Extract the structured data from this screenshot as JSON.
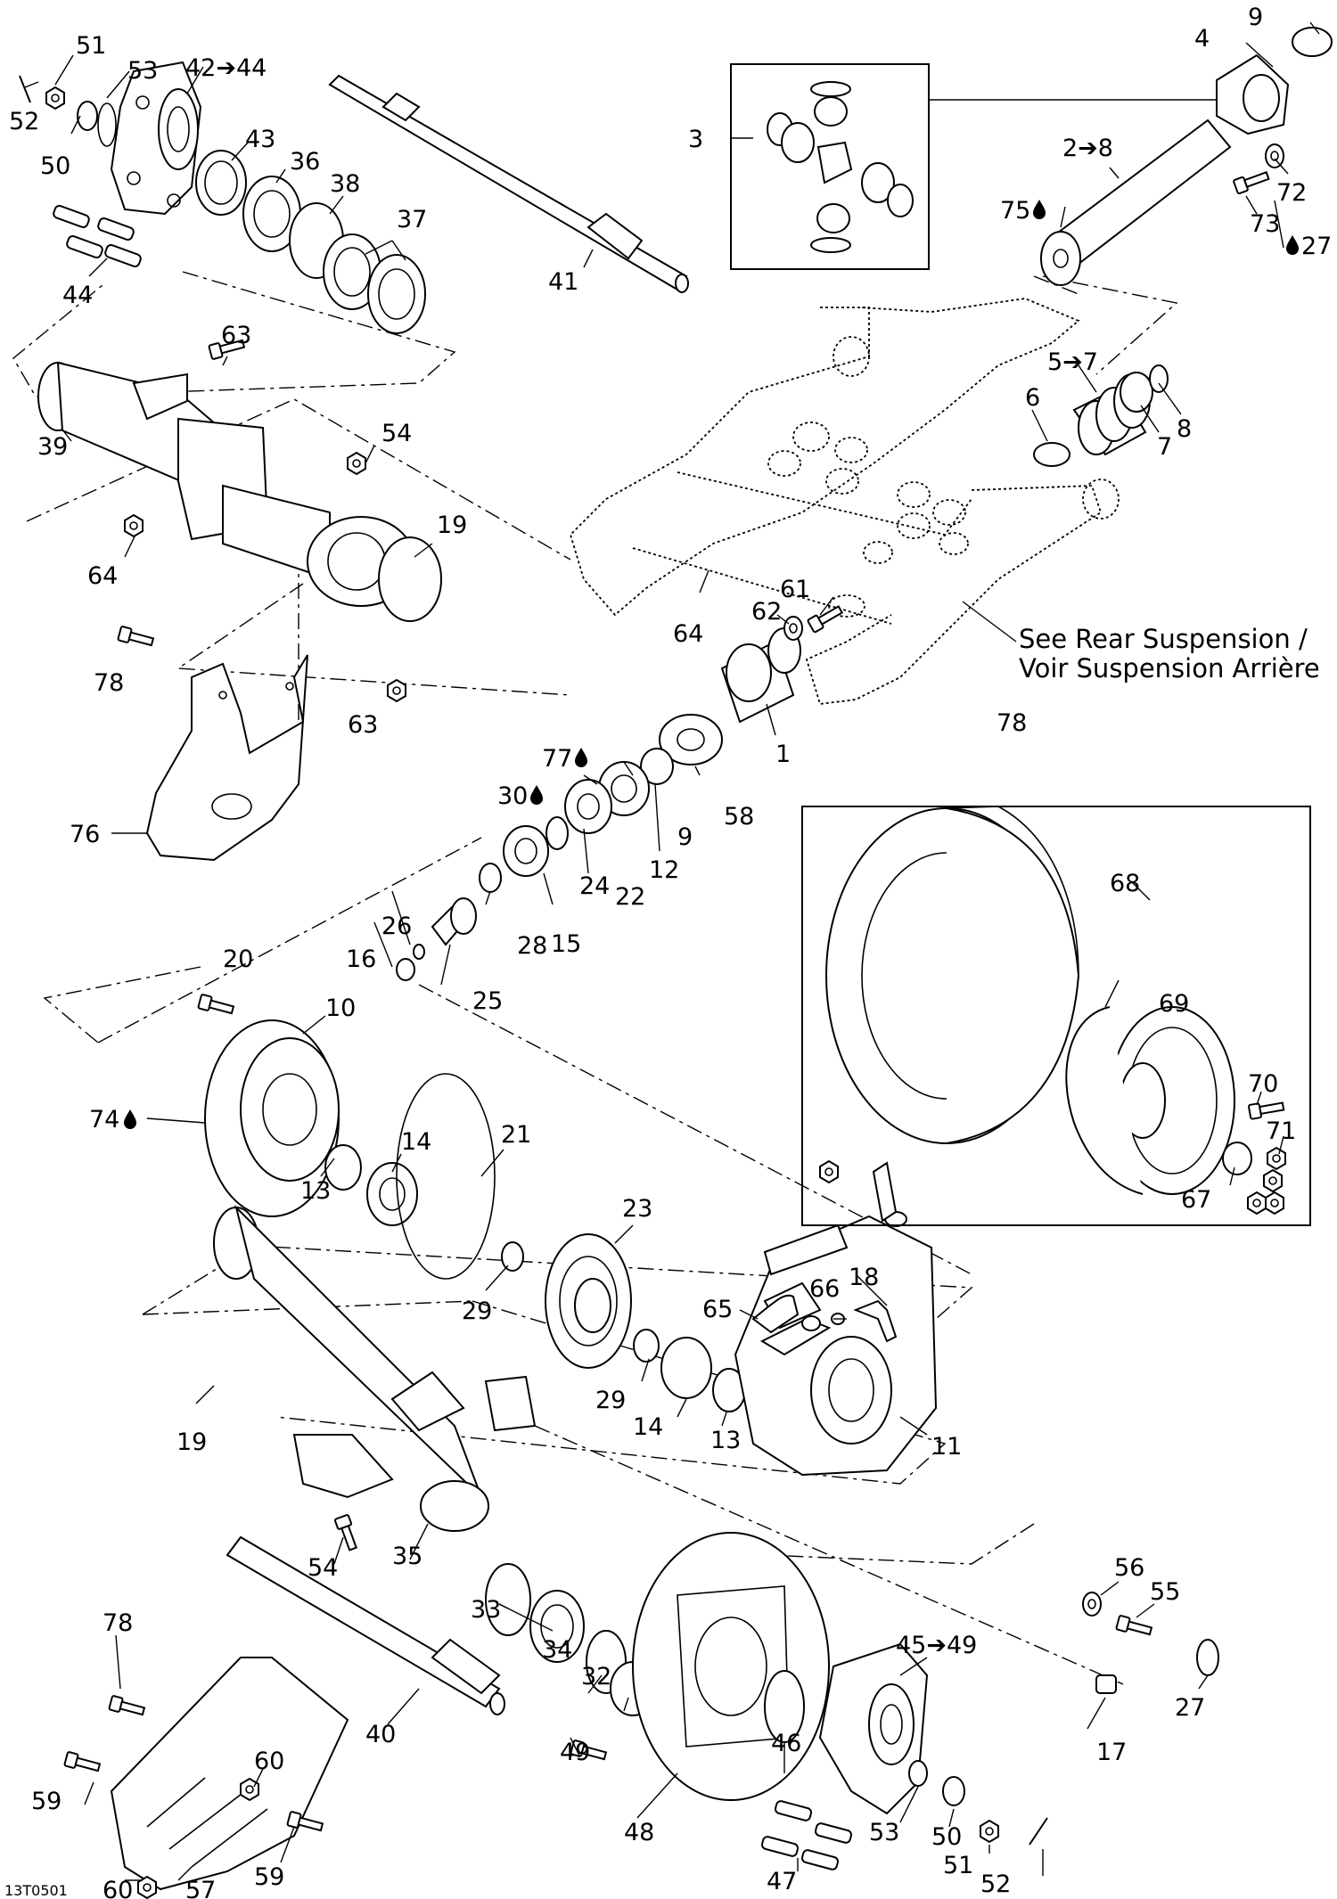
{
  "diagram_code": "13T0501",
  "note": {
    "line1": "See Rear Suspension /",
    "line2": "Voir Suspension Arrière"
  },
  "callouts": {
    "c1": "1",
    "c2_8": "2➔8",
    "c3": "3",
    "c4": "4",
    "c5_7": "5➔7",
    "c6": "6",
    "c7": "7",
    "c8": "8",
    "c9_top": "9",
    "c9": "9",
    "c10": "10",
    "c11": "11",
    "c12": "12",
    "c13_a": "13",
    "c13_b": "13",
    "c14_a": "14",
    "c14_b": "14",
    "c15": "15",
    "c16": "16",
    "c17": "17",
    "c18": "18",
    "c19_a": "19",
    "c19_b": "19",
    "c20": "20",
    "c21": "21",
    "c22": "22",
    "c23": "23",
    "c24": "24",
    "c25": "25",
    "c26": "26",
    "c27_a": "27",
    "c27_b": "27",
    "c28": "28",
    "c29_a": "29",
    "c29_b": "29",
    "c30": "30",
    "c32": "32",
    "c33": "33",
    "c34": "34",
    "c35": "35",
    "c36": "36",
    "c37": "37",
    "c38": "38",
    "c39": "39",
    "c40": "40",
    "c41": "41",
    "c42_44": "42➔44",
    "c43": "43",
    "c44": "44",
    "c45_49": "45➔49",
    "c46": "46",
    "c47": "47",
    "c48": "48",
    "c49": "49",
    "c50_a": "50",
    "c50_b": "50",
    "c51_a": "51",
    "c51_b": "51",
    "c52_a": "52",
    "c52_b": "52",
    "c53_a": "53",
    "c53_b": "53",
    "c54_a": "54",
    "c54_b": "54",
    "c55": "55",
    "c56": "56",
    "c57": "57",
    "c58": "58",
    "c59_a": "59",
    "c59_b": "59",
    "c60_a": "60",
    "c60_b": "60",
    "c61": "61",
    "c62": "62",
    "c63_a": "63",
    "c63_b": "63",
    "c64_a": "64",
    "c64_b": "64",
    "c65": "65",
    "c66": "66",
    "c67": "67",
    "c68": "68",
    "c69": "69",
    "c70": "70",
    "c71": "71",
    "c72": "72",
    "c73": "73",
    "c74": "74",
    "c75": "75",
    "c76": "76",
    "c77": "77",
    "c78_a": "78",
    "c78_b": "78",
    "c78_c": "78"
  }
}
